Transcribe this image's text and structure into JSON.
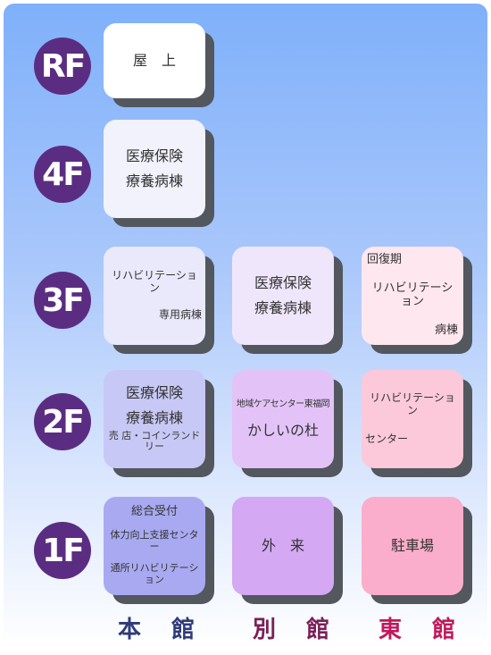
{
  "floors": [
    {
      "label": "RF"
    },
    {
      "label": "4F"
    },
    {
      "label": "3F"
    },
    {
      "label": "2F"
    },
    {
      "label": "1F"
    }
  ],
  "rooms": {
    "honkan_rf": {
      "lines": [
        "屋　上"
      ]
    },
    "honkan_4f": {
      "lines": [
        "医療保険",
        "療養病棟"
      ]
    },
    "honkan_3f": {
      "lines": [
        "リハビリテーション",
        "専用病棟"
      ]
    },
    "bekkan_3f": {
      "lines": [
        "医療保険",
        "療養病棟"
      ]
    },
    "higashi_3f": {
      "lines": [
        "回復期",
        "リハビリテーション",
        "病棟"
      ]
    },
    "honkan_2f": {
      "lines": [
        "医療保険",
        "療養病棟",
        "売 店・コインランドリー"
      ]
    },
    "bekkan_2f": {
      "lines": [
        "地域ケアセンター東福岡",
        "かしいの杜"
      ]
    },
    "higashi_2f": {
      "lines": [
        "リハビリテーション",
        "センター"
      ]
    },
    "honkan_1f": {
      "lines": [
        "総合受付",
        "体力向上支援センター",
        "通所リハビリテーション"
      ]
    },
    "bekkan_1f": {
      "lines": [
        "外　来"
      ]
    },
    "higashi_1f": {
      "lines": [
        "駐車場"
      ]
    }
  },
  "buildings": [
    {
      "label": "本　館",
      "color": "#2e3a7a"
    },
    {
      "label": "別　館",
      "color": "#7a1f57"
    },
    {
      "label": "東　館",
      "color": "#c2185b"
    }
  ],
  "colors": {
    "floor_badge": "#5b2d82",
    "shadow": "#53575e"
  }
}
